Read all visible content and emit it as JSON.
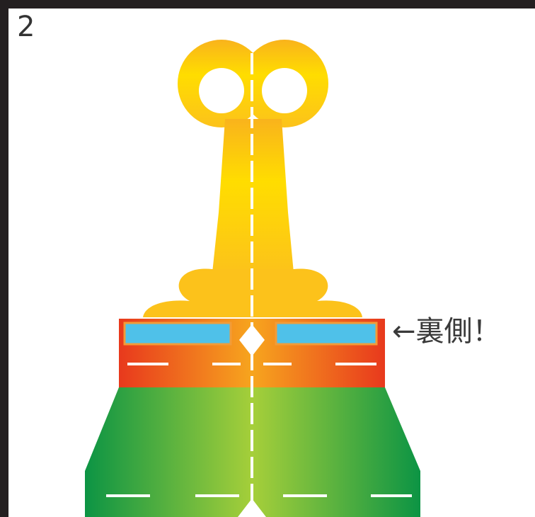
{
  "step": {
    "number": "2"
  },
  "callout": {
    "text": "←裏側！"
  },
  "colors": {
    "frame": "#231f20",
    "key_top": "#f9b31c",
    "key_mid": "#ffdd00",
    "band_edge": "#e8391d",
    "band_center": "#f7a51e",
    "tab_fill": "#4fc1e9",
    "body_edge": "#0c9444",
    "body_center": "#a6cf3a",
    "fold_line": "#ffffff"
  },
  "icons": [
    "arrow-left"
  ]
}
